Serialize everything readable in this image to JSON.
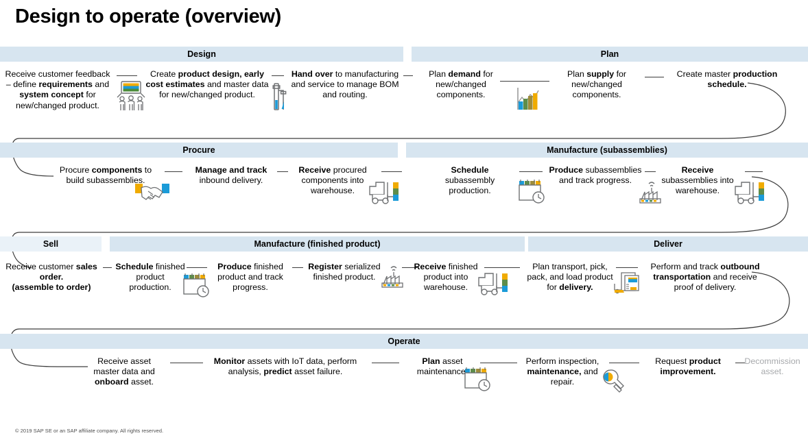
{
  "page": {
    "title": "Design to operate (overview)",
    "footer": "© 2019 SAP SE or an SAP affiliate company. All rights reserved.",
    "band_color": "#d7e5f0",
    "band_color_light": "#eaf2f8",
    "muted_text_color": "#a7a9ac",
    "line_color": "#3d3d3d"
  },
  "rows": [
    {
      "id": "row-1",
      "bands": [
        {
          "id": "design",
          "label": "Design"
        },
        {
          "id": "plan",
          "label": "Plan"
        }
      ],
      "steps": [
        {
          "id": "receive-customer-feedback",
          "html": "Receive customer feedback – define <b>requirements</b> and <b>system concept</b> for new/changed product.",
          "icon": "meeting-screen-icon"
        },
        {
          "id": "create-product-design",
          "html": "Create <b>product design, early cost estimates</b> and master data for new/changed product.",
          "icon": "pipeline-icon"
        },
        {
          "id": "hand-over-to-manufacturing",
          "html": "<b>Hand over</b> to manufacturing and service to manage BOM and routing.",
          "icon": null
        },
        {
          "id": "plan-demand",
          "html": "Plan <b>demand</b> for new/changed components.",
          "icon": "bar-chart-trend-icon"
        },
        {
          "id": "plan-supply",
          "html": "Plan <b>supply</b> for new/changed components.",
          "icon": null
        },
        {
          "id": "create-master-production-schedule",
          "html": "Create master <b>production schedule.</b>",
          "icon": null
        }
      ]
    },
    {
      "id": "row-2",
      "bands": [
        {
          "id": "procure",
          "label": "Procure"
        },
        {
          "id": "manufacture-subassemblies",
          "label": "Manufacture (subassemblies)"
        }
      ],
      "steps": [
        {
          "id": "procure-components",
          "html": "Procure <b>components</b> to build subassemblies.",
          "icon": "handshake-icon"
        },
        {
          "id": "manage-track-inbound",
          "html": "<b>Manage and track</b> inbound delivery.",
          "icon": null
        },
        {
          "id": "receive-procured-components",
          "html": "<b>Receive</b> procured components into warehouse.",
          "icon": "forklift-icon"
        },
        {
          "id": "schedule-subassembly-production",
          "html": "<b>Schedule</b> subassembly production.",
          "icon": "calendar-clock-icon"
        },
        {
          "id": "produce-subassemblies",
          "html": "<b>Produce</b> subassemblies and track progress.",
          "icon": "smart-factory-icon"
        },
        {
          "id": "receive-subassemblies",
          "html": "<b>Receive</b> subassemblies into warehouse.",
          "icon": "forklift-icon"
        }
      ]
    },
    {
      "id": "row-3",
      "bands": [
        {
          "id": "sell",
          "label": "Sell",
          "light": true
        },
        {
          "id": "manufacture-finished-product",
          "label": "Manufacture (finished product)"
        },
        {
          "id": "deliver",
          "label": "Deliver"
        }
      ],
      "steps": [
        {
          "id": "receive-customer-sales-order",
          "html": "Receive customer <b>sales order.</b><br><b>(assemble to order)</b>",
          "icon": null
        },
        {
          "id": "schedule-finished-product-production",
          "html": "<b>Schedule</b> finished product production.",
          "icon": "calendar-clock-icon"
        },
        {
          "id": "produce-finished-product",
          "html": "<b>Produce</b> finished product and track progress.",
          "icon": null
        },
        {
          "id": "register-serialized-product",
          "html": "<b>Register</b> serialized finished product.",
          "icon": "smart-factory-icon"
        },
        {
          "id": "receive-finished-product",
          "html": "<b>Receive</b> finished product into warehouse.",
          "icon": "forklift-icon"
        },
        {
          "id": "plan-transport-pick-pack",
          "html": "Plan transport, pick, pack, and load product for <b>delivery.</b>",
          "icon": "delivery-docs-icon"
        },
        {
          "id": "perform-track-outbound-transportation",
          "html": "Perform and track <b>outbound transportation</b> and receive proof of delivery.",
          "icon": null
        }
      ]
    },
    {
      "id": "row-4",
      "bands": [
        {
          "id": "operate",
          "label": "Operate"
        }
      ],
      "steps": [
        {
          "id": "receive-asset-master-data",
          "html": "Receive asset master data and <b>onboard</b> asset.",
          "icon": null
        },
        {
          "id": "monitor-assets-iot",
          "html": "<b>Monitor</b> assets with IoT data, perform analysis, <b>predict</b> asset failure.",
          "icon": null
        },
        {
          "id": "plan-asset-maintenance",
          "html": "<b>Plan</b> asset maintenance.",
          "icon": "calendar-clock-icon"
        },
        {
          "id": "perform-inspection-maintenance",
          "html": "Perform inspection, <b>maintenance,</b> and repair.",
          "icon": "wrench-icon"
        },
        {
          "id": "request-product-improvement",
          "html": "Request <b>product improvement.</b>",
          "icon": null
        },
        {
          "id": "decommission-asset",
          "html": "Decommission asset.",
          "icon": null,
          "muted": true
        }
      ]
    }
  ]
}
